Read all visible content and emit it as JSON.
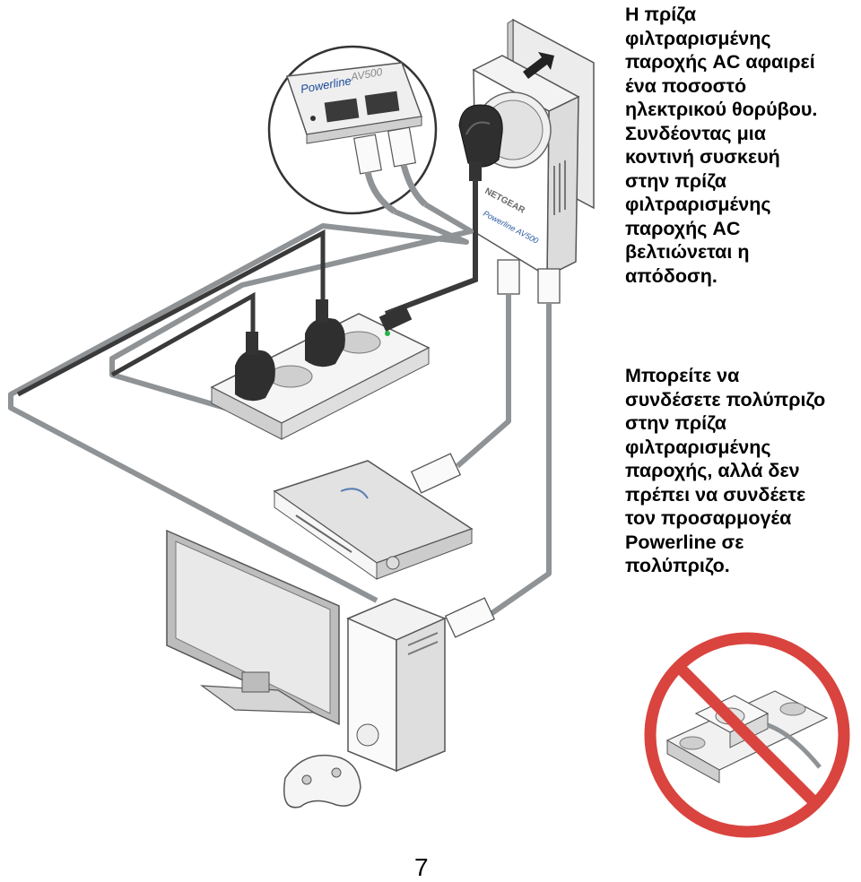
{
  "note_filtered_outlet": {
    "lines": [
      "Η πρίζα",
      "φιλτραρισμένης",
      "παροχής AC αφαιρεί",
      "ένα ποσοστό",
      "ηλεκτρικού θορύβου.",
      "Συνδέοντας μια",
      "κοντινή συσκευή",
      "στην πρίζα",
      "φιλτραρισμένης",
      "παροχής AC",
      "βελτιώνεται η",
      "απόδοση."
    ]
  },
  "note_power_strip": {
    "lines": [
      "Μπορείτε να",
      "συνδέσετε πολύπριζο",
      "στην πρίζα",
      "φιλτραρισμένης",
      "παροχής, αλλά δεν",
      "πρέπει να συνδέετε",
      "τον προσαρμογέα",
      "Powerline σε",
      "πολύπριζο."
    ]
  },
  "illustration": {
    "callout_brand": "Powerline",
    "callout_model": "AV500",
    "adapter_brand": "NETGEAR",
    "adapter_label": "Powerline AV500"
  },
  "colors": {
    "prohibition_red": "#d9443f",
    "cable_gray": "#8f9396"
  },
  "page_number": "7"
}
